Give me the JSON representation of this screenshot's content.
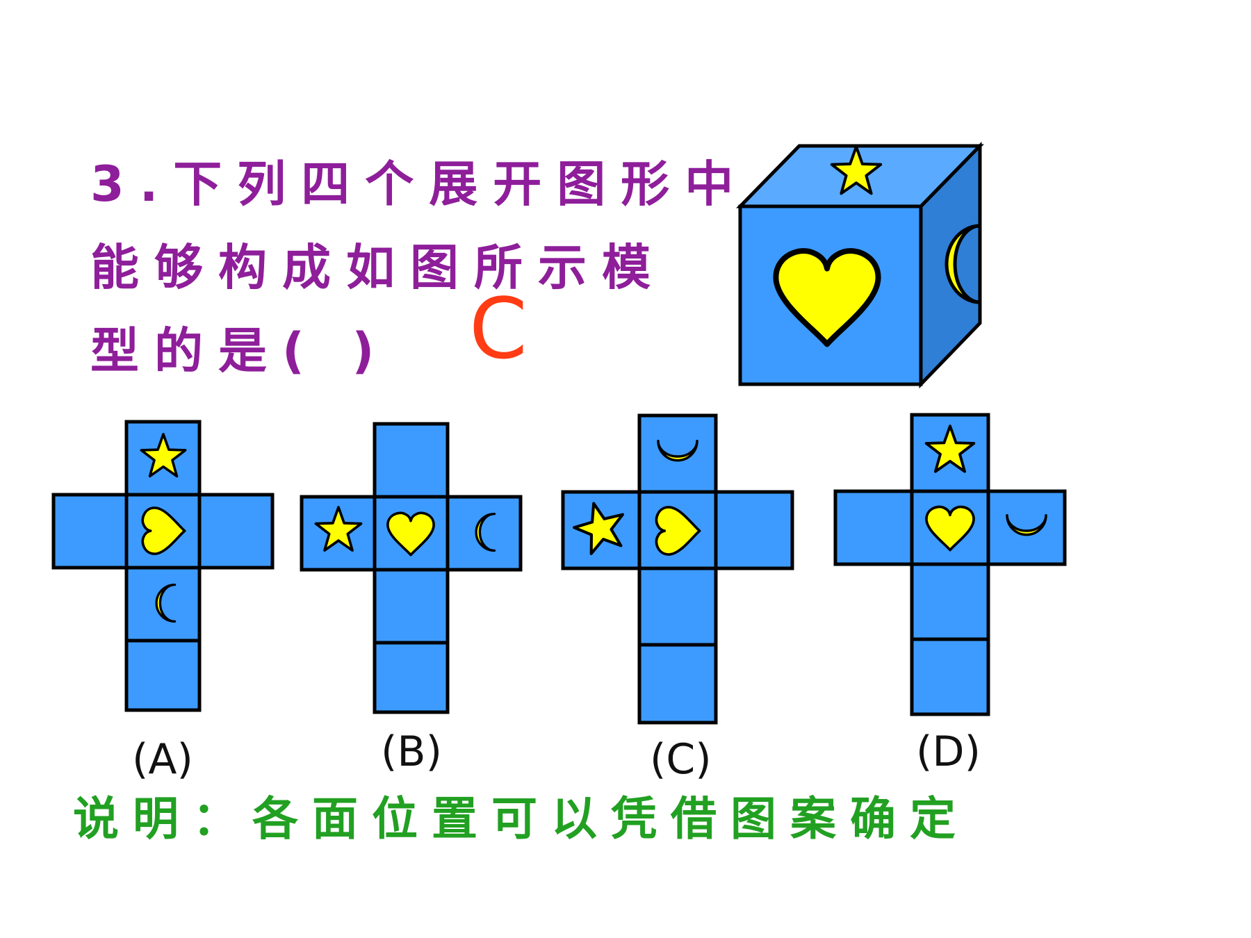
{
  "question": {
    "lines": [
      "3.下列四个展开图形中",
      "能够构成如图所示模",
      "型的是(    )"
    ],
    "answer": "C"
  },
  "options": [
    {
      "label": "(A)",
      "faces": {
        "top": "star",
        "center": "heart",
        "left": "",
        "right": "",
        "below": "moon",
        "bottom": ""
      }
    },
    {
      "label": "(B)",
      "faces": {
        "top": "",
        "center": "heart",
        "left": "star",
        "right": "moon",
        "below": "",
        "bottom": ""
      }
    },
    {
      "label": "(C)",
      "faces": {
        "top": "moon",
        "center": "heart",
        "left": "star",
        "right": "",
        "below": "",
        "bottom": ""
      }
    },
    {
      "label": "(D)",
      "faces": {
        "top": "star",
        "center": "heart",
        "left": "",
        "right": "moon",
        "below": "",
        "bottom": ""
      }
    }
  ],
  "note": "说明：各面位置可以凭借图案确定",
  "colors": {
    "face": "#3d9bff",
    "face_side": "#2f7fd6",
    "face_top": "#5aaaff",
    "symbol": "#ffff00",
    "outline": "#000000",
    "question_text": "#8e1e9a",
    "answer_text": "#ff3c14",
    "note_text": "#22a022"
  }
}
